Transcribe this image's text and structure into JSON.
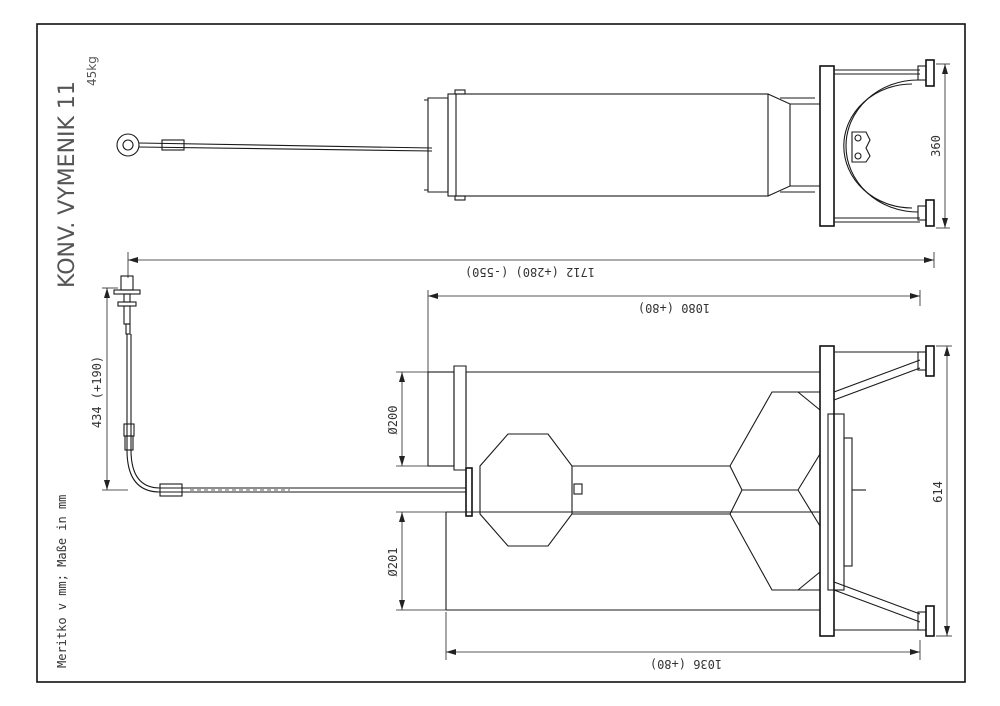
{
  "title": {
    "name": "KONV. VYMENIK 11",
    "weight": "45kg"
  },
  "scale_note": "Meritko v mm; Maße in mm",
  "dimensions": {
    "overall_length": "1712 (+280) (-550)",
    "body_length": "1080 (+80)",
    "base_length": "1036 (+80)",
    "depth_top_view": "360",
    "width_side_view": "614",
    "probe_height": "434 (+190)",
    "upper_diameter": "Ø200",
    "lower_diameter": "Ø201"
  },
  "colors": {
    "line": "#1a1a1a",
    "text": "#333333",
    "title": "#555555",
    "background": "#ffffff"
  }
}
